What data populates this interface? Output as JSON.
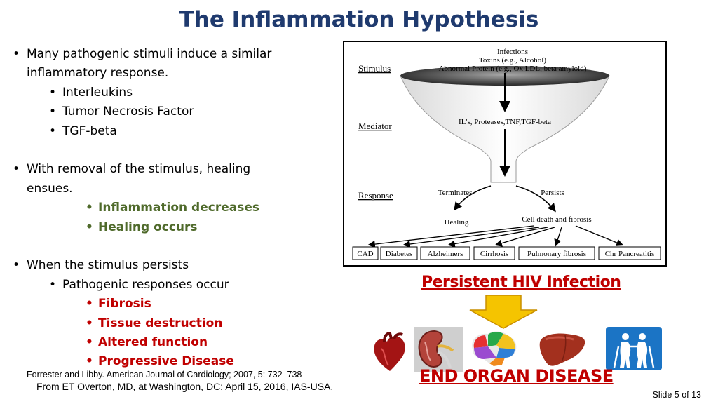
{
  "title": "The Inflammation Hypothesis",
  "bullets": {
    "b1_line1": "Many pathogenic stimuli induce a similar",
    "b1_line2": "inflammatory response.",
    "b1_subs": [
      "Interleukins",
      "Tumor Necrosis Factor",
      "TGF-beta"
    ],
    "b2_line1": "With removal of the stimulus, healing",
    "b2_line2": "ensues.",
    "b2_subs": [
      "Inflammation decreases",
      "Healing occurs"
    ],
    "b3_line1": "When the stimulus persists",
    "b3_sub": "Pathogenic responses occur",
    "b3_subsubs": [
      "Fibrosis",
      "Tissue destruction",
      "Altered function",
      "Progressive Disease"
    ]
  },
  "reference": "Forrester and Libby. American Journal of Cardiology; 2007, 5: 732–738",
  "source": "From ET Overton, MD, at Washington, DC: April 15, 2016, IAS-USA.",
  "slide_number": "Slide 5 of 13",
  "diagram": {
    "label_stimulus": "Stimulus",
    "label_mediator": "Mediator",
    "label_response": "Response",
    "stimuli": [
      "Infections",
      "Toxins (e.g., Alcohol)",
      "Abnormal Protein (e.g., Ox LDL, beta amyloid)"
    ],
    "mediators": "IL’s, Proteases,TNF,TGF-beta",
    "terminates": "Terminates",
    "persists": "Persists",
    "healing": "Healing",
    "cell_death": "Cell death and fibrosis",
    "diseases": [
      "CAD",
      "Diabetes",
      "Alzheimers",
      "Cirrhosis",
      "Pulmonary fibrosis",
      "Chr Pancreatitis"
    ]
  },
  "persistent_hiv": "Persistent HIV Infection",
  "end_organ": "END ORGAN DISEASE",
  "colors": {
    "title": "#1f3a6e",
    "green": "#4f6a2b",
    "red": "#c00000",
    "arrow": "#f5c400",
    "elderly_icon": "#1b74c5"
  },
  "organ_icons": [
    "heart-icon",
    "kidney-icon",
    "brain-icon",
    "liver-icon",
    "elderly-couple-icon"
  ]
}
